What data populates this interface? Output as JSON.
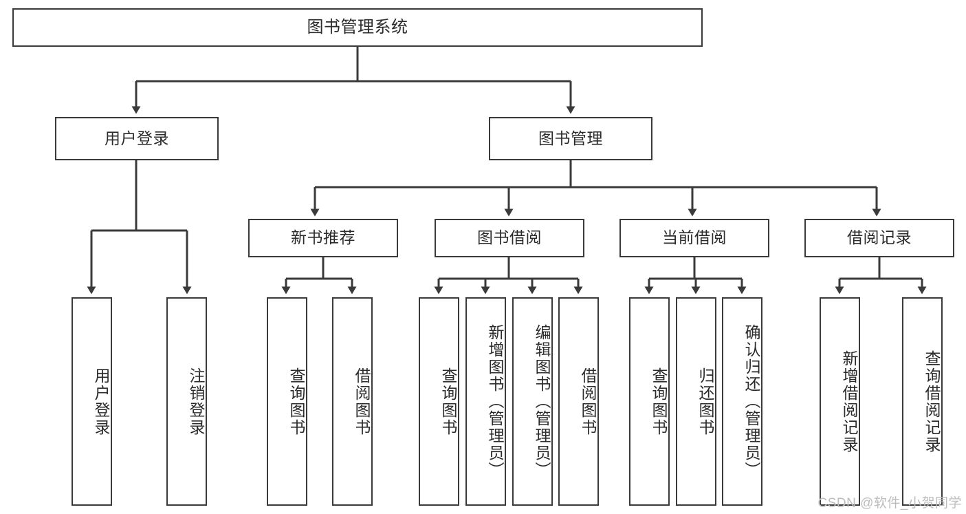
{
  "diagram": {
    "title": "图书管理系统",
    "watermark": "CSDN @软件_小贺同学",
    "line_color": "#3a3a3a",
    "box_border_color": "#3a3a3a",
    "box_fill": "#ffffff",
    "text_color": "#2b2b2b",
    "watermark_color": "#bdbdbd",
    "type": "tree",
    "root": {
      "label": "图书管理系统",
      "children": [
        {
          "label": "用户登录",
          "children": [
            {
              "label": "用户登录"
            },
            {
              "label": "注销登录"
            }
          ]
        },
        {
          "label": "图书管理",
          "children": [
            {
              "label": "新书推荐",
              "children": [
                {
                  "label": "查询图书"
                },
                {
                  "label": "借阅图书"
                }
              ]
            },
            {
              "label": "图书借阅",
              "children": [
                {
                  "label": "查询图书"
                },
                {
                  "label": "新增图书（管理员）"
                },
                {
                  "label": "编辑图书（管理员）"
                },
                {
                  "label": "借阅图书"
                }
              ]
            },
            {
              "label": "当前借阅",
              "children": [
                {
                  "label": "查询图书"
                },
                {
                  "label": "归还图书"
                },
                {
                  "label": "确认归还（管理员）"
                }
              ]
            },
            {
              "label": "借阅记录",
              "children": [
                {
                  "label": "新增借阅记录"
                },
                {
                  "label": "查询借阅记录"
                }
              ]
            }
          ]
        }
      ]
    },
    "nodes": {
      "root": "图书管理系统",
      "l1_user_login": "用户登录",
      "l1_book_manage": "图书管理",
      "l2_new_book": "新书推荐",
      "l2_borrow": "图书借阅",
      "l2_current": "当前借阅",
      "l2_record": "借阅记录",
      "leaf_user_login": "用户登录",
      "leaf_logout": "注销登录",
      "leaf_nb_query": "查询图书",
      "leaf_nb_borrow": "借阅图书",
      "leaf_bb_query": "查询图书",
      "leaf_bb_add": "新增图书（管理员）",
      "leaf_bb_edit": "编辑图书（管理员）",
      "leaf_bb_borrow": "借阅图书",
      "leaf_cb_query": "查询图书",
      "leaf_cb_return": "归还图书",
      "leaf_cb_confirm": "确认归还（管理员）",
      "leaf_br_add": "新增借阅记录",
      "leaf_br_query": "查询借阅记录"
    }
  }
}
